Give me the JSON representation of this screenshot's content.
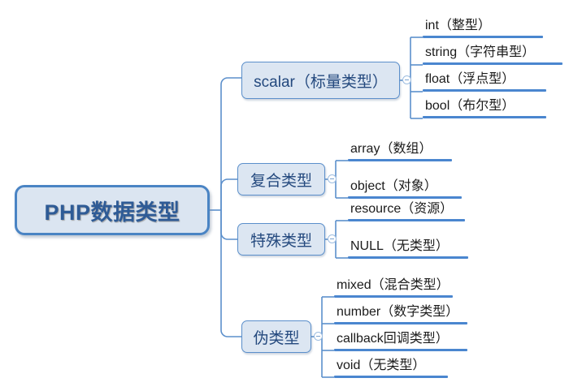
{
  "diagram": {
    "type": "mind-map",
    "title": "PHP数据类型",
    "theme": {
      "node_fill": "#dce6f2",
      "node_border": "#5b8fcb",
      "root_fill": "#dbe5f1",
      "root_border": "#4a84c4",
      "root_text_color": "#2e5b96",
      "branch_text_color": "#24497e",
      "leaf_text_color": "#1b1b1b",
      "rule_color": "#4a86cf",
      "background": "#ffffff"
    },
    "root": {
      "label": "PHP数据类型"
    },
    "branches": [
      {
        "label": "scalar（标量类型）",
        "toggle_icon": "collapse-minus-icon",
        "children": [
          {
            "label": "int（整型）"
          },
          {
            "label": "string（字符串型）"
          },
          {
            "label": "float（浮点型）"
          },
          {
            "label": "bool（布尔型）"
          }
        ]
      },
      {
        "label": "复合类型",
        "toggle_icon": "collapse-minus-icon",
        "children": [
          {
            "label": "array（数组）"
          },
          {
            "label": "object（对象）"
          }
        ]
      },
      {
        "label": "特殊类型",
        "toggle_icon": "collapse-minus-icon",
        "children": [
          {
            "label": "resource（资源）"
          },
          {
            "label": "NULL（无类型）"
          }
        ]
      },
      {
        "label": "伪类型",
        "toggle_icon": "collapse-minus-icon",
        "children": [
          {
            "label": "mixed（混合类型）"
          },
          {
            "label": "number（数字类型）"
          },
          {
            "label": "callback回调类型）"
          },
          {
            "label": "void（无类型）"
          }
        ]
      }
    ]
  }
}
